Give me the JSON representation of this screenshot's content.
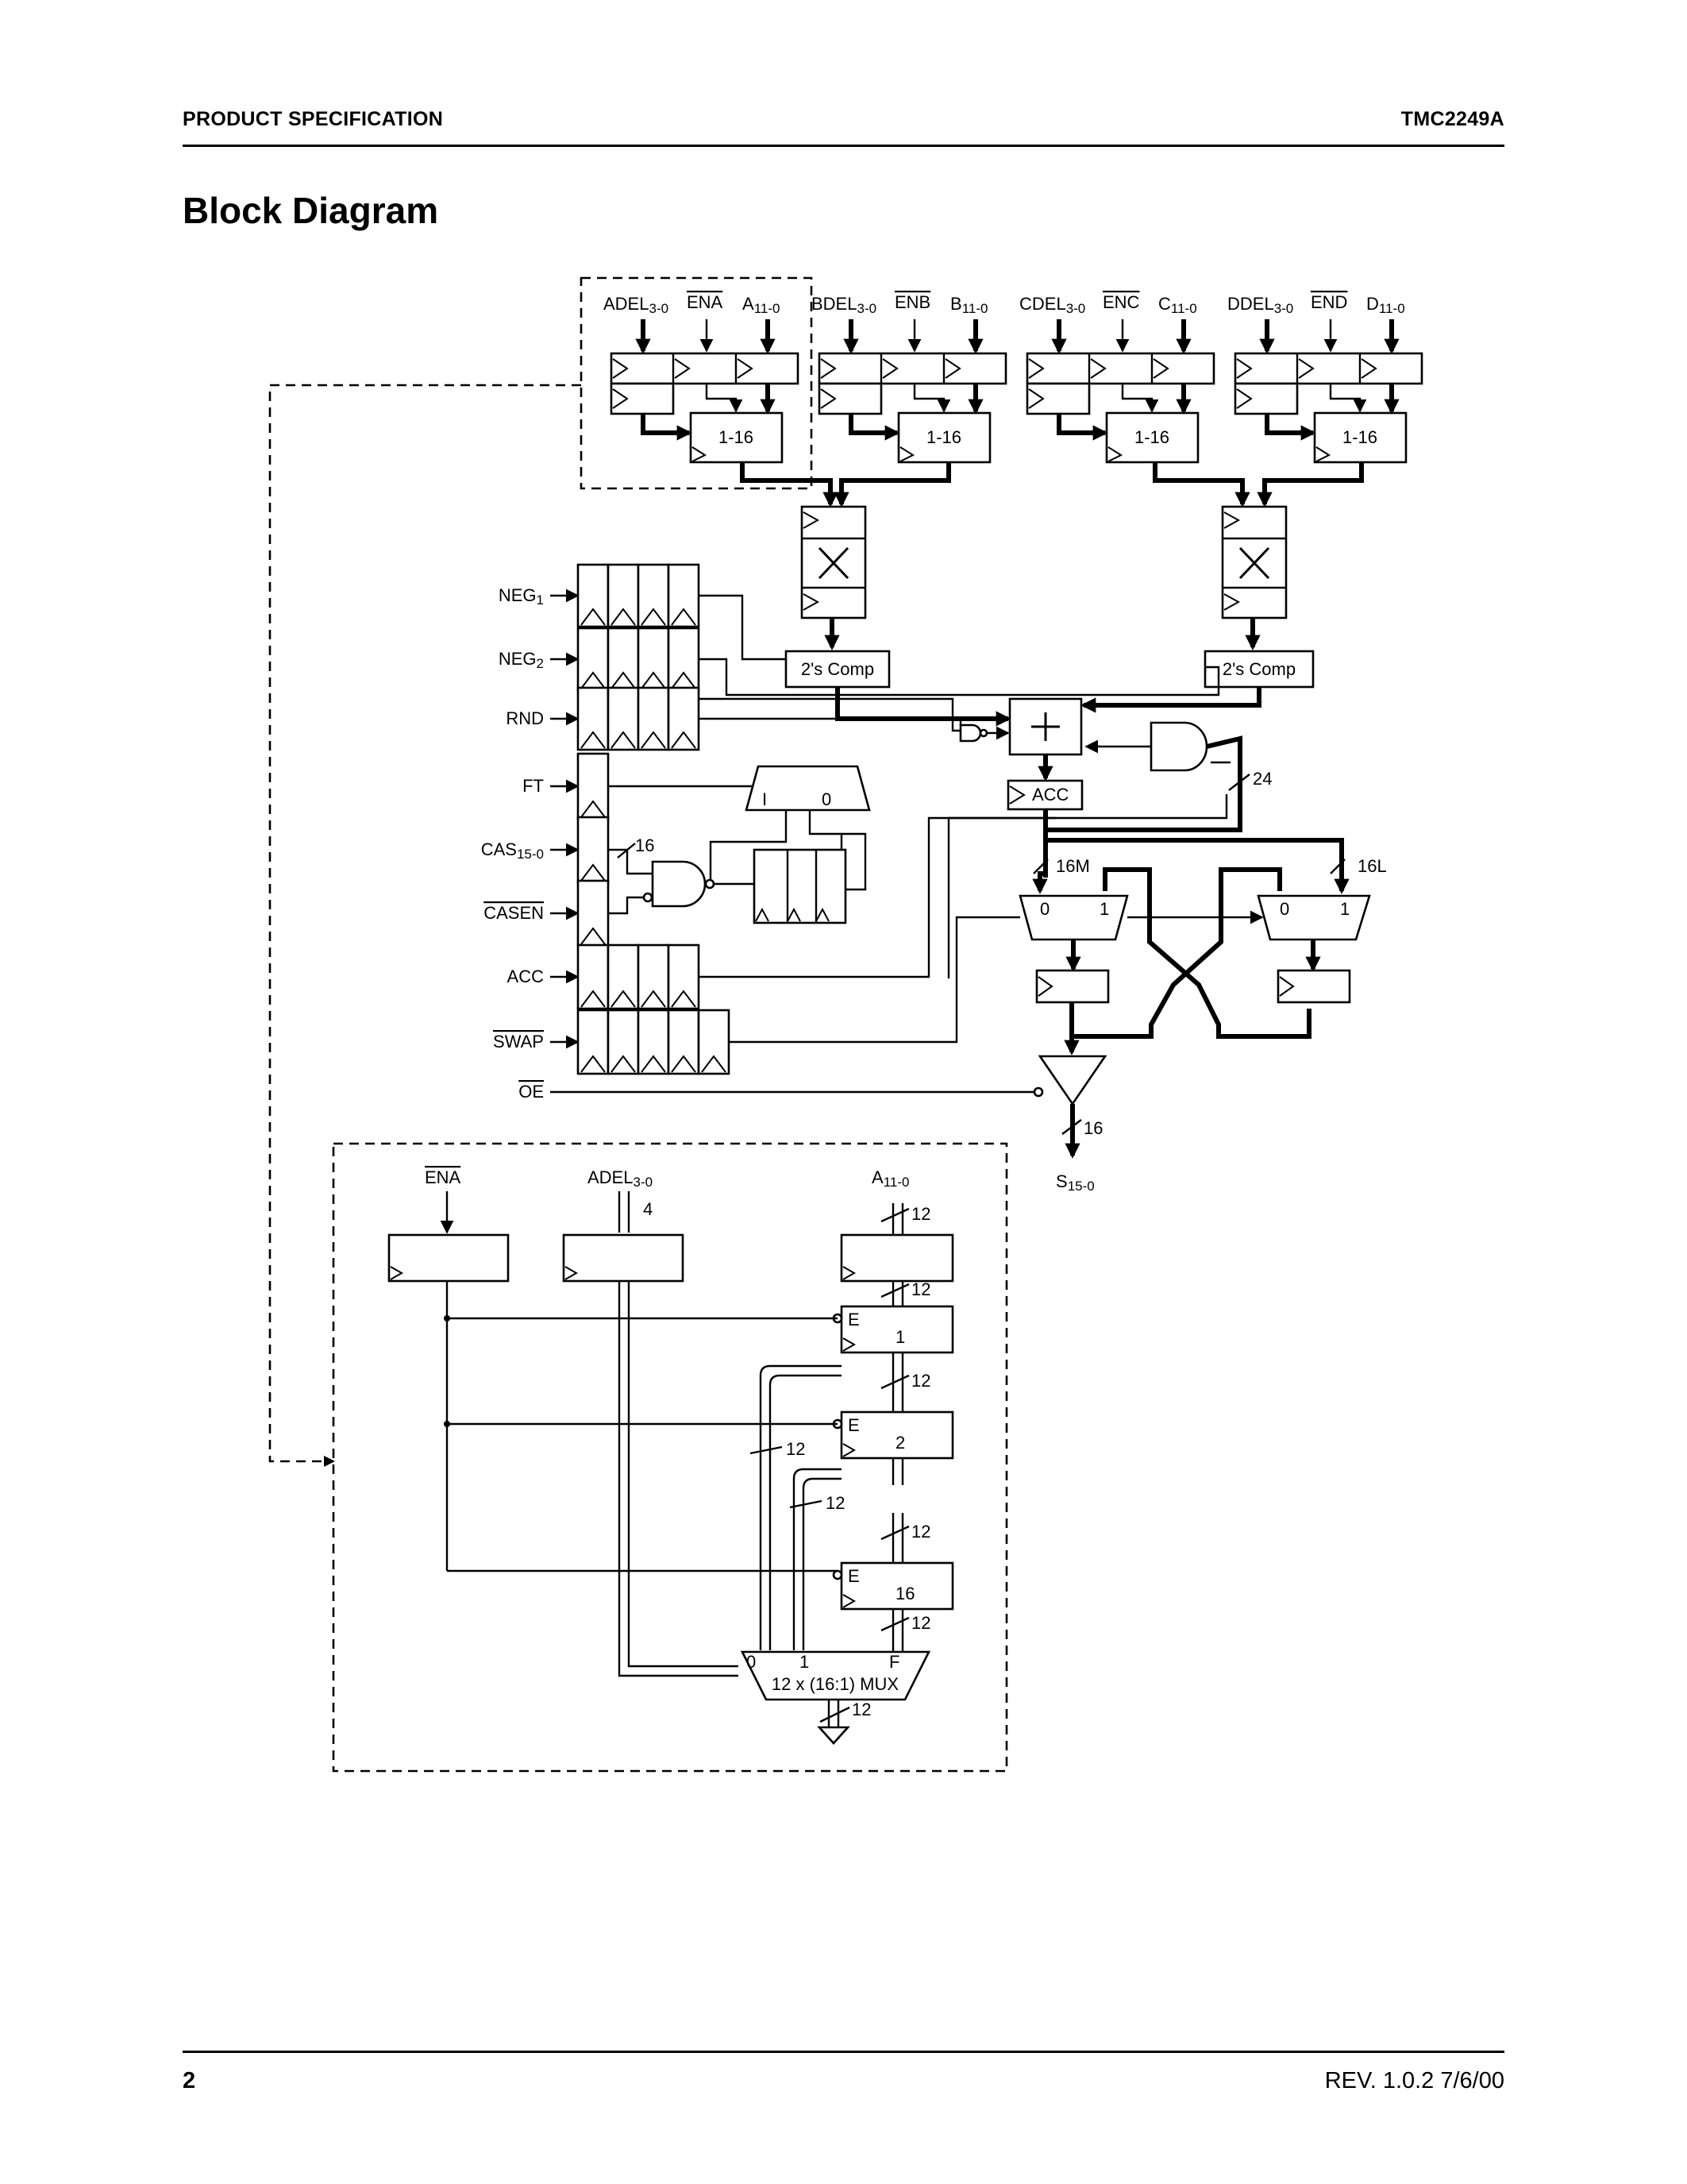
{
  "header": {
    "left": "PRODUCT SPECIFICATION",
    "right": "TMC2249A"
  },
  "page_title": "Block Diagram",
  "footer": {
    "page_number": "2",
    "revision": "REV. 1.0.2 7/6/00"
  },
  "diagram": {
    "top_inputs": [
      {
        "del": "ADEL3-0",
        "en": "ENA",
        "data": "A11-0"
      },
      {
        "del": "BDEL3-0",
        "en": "ENB",
        "data": "B11-0"
      },
      {
        "del": "CDEL3-0",
        "en": "ENC",
        "data": "C11-0"
      },
      {
        "del": "DDEL3-0",
        "en": "END",
        "data": "D11-0"
      }
    ],
    "delay_label": "1-16",
    "twos_comp": "2's Comp",
    "acc": "ACC",
    "control_inputs": [
      "NEG1",
      "NEG2",
      "RND",
      "FT",
      "CAS15-0",
      "CASEN",
      "ACC",
      "SWAP",
      "OE"
    ],
    "bus_widths": {
      "cas": "16",
      "acc_feedback": "24",
      "msw": "16M",
      "lsw": "16L",
      "out": "16"
    },
    "mux_labels": {
      "i": "I",
      "zero": "0",
      "one": "1"
    },
    "output": "S15-0",
    "detail": {
      "en": "ENA",
      "del": "ADEL3-0",
      "data": "A11-0",
      "del_width": "4",
      "width": "12",
      "enable_mark": "E",
      "stage_labels": [
        "1",
        "2",
        "16"
      ],
      "mux_inputs": [
        "0",
        "1",
        "F"
      ],
      "mux_label": "12 x (16:1) MUX"
    }
  }
}
